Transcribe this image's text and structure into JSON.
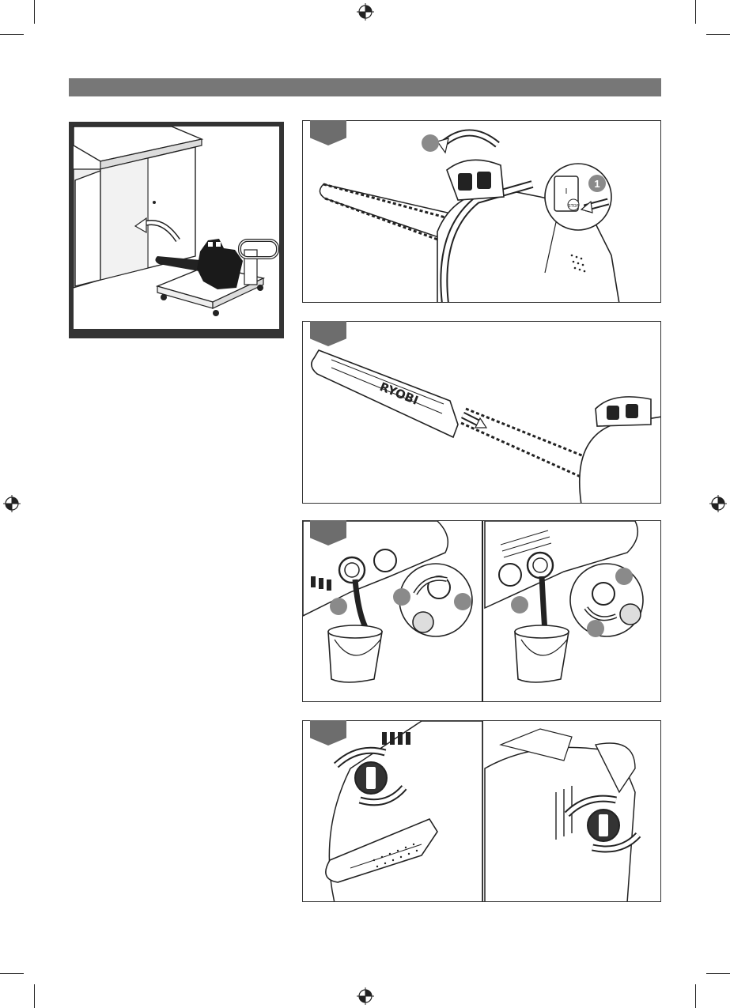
{
  "callouts": {
    "power_switch_step": "1",
    "on_symbol": "I",
    "stop_label": "STOP"
  },
  "branding": {
    "bar_logo": "RYOBI"
  },
  "colors": {
    "header_bar": "#777777",
    "step_tab": "#6d6d6d",
    "callout_badge": "#8a8a8a",
    "frame_dark": "#333333"
  },
  "icons": {
    "registration": "crosshair-circle-icon",
    "rotate": "curved-arrow-icon",
    "direction": "straight-arrow-icon"
  }
}
